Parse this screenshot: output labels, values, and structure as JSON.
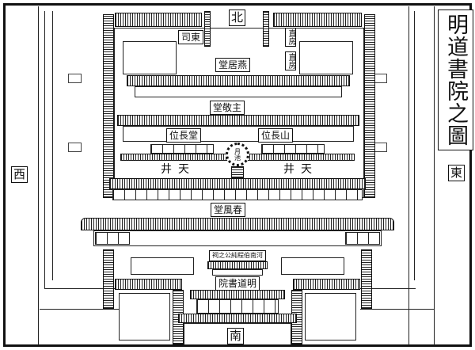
{
  "title": "明道書院之圖",
  "directions": {
    "north": "北",
    "south": "南",
    "east": "東",
    "west": "西"
  },
  "labels": {
    "east_office": "東司",
    "duty_room_1": "直房",
    "duty_room_2": "直房",
    "yanju_hall": "燕居堂",
    "zhujing_hall": "主敬堂",
    "hall_head_seat": "堂長位",
    "mountain_head_seat": "山長位",
    "moon_pond": "月池",
    "courtyard_left": "天井",
    "courtyard_right": "天井",
    "chunfeng_hall": "春風堂",
    "shrine": "河南伯程純公之祠",
    "academy_gate": "明道書院"
  }
}
